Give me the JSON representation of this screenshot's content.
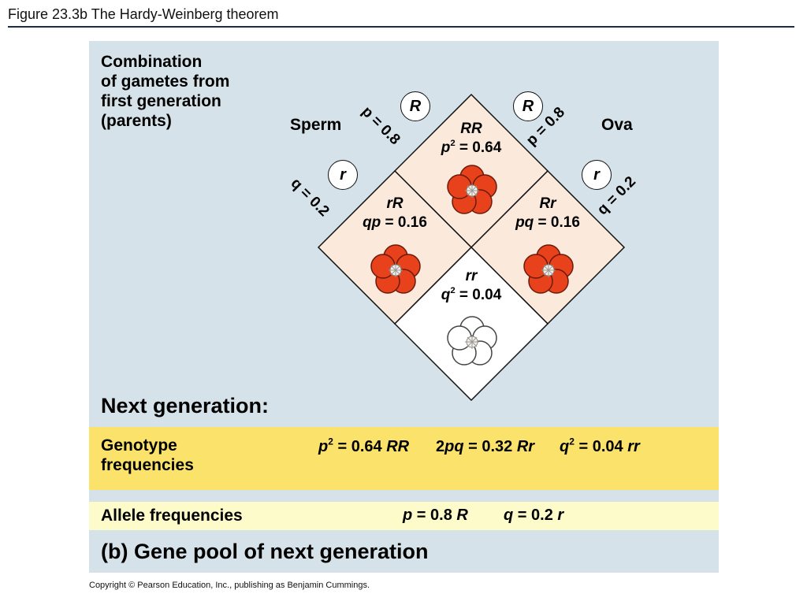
{
  "title": "Figure 23.3b  The Hardy-Weinberg theorem",
  "combination_label": [
    "Combination",
    "of gametes from",
    "first generation",
    "(parents)"
  ],
  "sperm_label": "Sperm",
  "ova_label": "Ova",
  "alleles": {
    "sperm_R": "R",
    "sperm_p": "p = 0.8",
    "sperm_r": "r",
    "sperm_q": "q = 0.2",
    "ova_R": "R",
    "ova_p": "p = 0.8",
    "ova_r": "r",
    "ova_q": "q = 0.2"
  },
  "cells": {
    "top": {
      "genotype": "RR",
      "freq_var": "p",
      "freq_sup": "2",
      "freq_val": " = 0.64",
      "flower": "red"
    },
    "left": {
      "genotype": "rR",
      "freq_var": "qp",
      "freq_sup": "",
      "freq_val": " = 0.16",
      "flower": "red"
    },
    "right": {
      "genotype": "Rr",
      "freq_var": "pq",
      "freq_sup": "",
      "freq_val": " = 0.16",
      "flower": "red"
    },
    "bottom": {
      "genotype": "rr",
      "freq_var": "q",
      "freq_sup": "2",
      "freq_val": " = 0.04",
      "flower": "white"
    }
  },
  "next_generation_label": "Next generation:",
  "genotype_label": [
    "Genotype",
    "frequencies"
  ],
  "genotype_freqs": {
    "rr_dom": {
      "var": "p",
      "sup": "2",
      "val": " = 0.64 ",
      "geno": "RR"
    },
    "het": {
      "pre": "2",
      "var": "pq",
      "val": " = 0.32 ",
      "geno": "Rr"
    },
    "rec": {
      "var": "q",
      "sup": "2",
      "val": " = 0.04 ",
      "geno": "rr"
    }
  },
  "allele_label": "Allele frequencies",
  "allele_freqs": {
    "p": {
      "var": "p",
      "val": " = 0.8 ",
      "allele": "R"
    },
    "q": {
      "var": "q",
      "val": " = 0.2 ",
      "allele": "r"
    }
  },
  "gene_pool_label": "(b) Gene pool of next generation",
  "copyright": "Copyright © Pearson Education, Inc., publishing as Benjamin Cummings.",
  "colors": {
    "panel": "#d6e2ea",
    "genotype_band": "#fbe26b",
    "allele_band": "#fdfbc9",
    "cell_shade": "#fbe9dc",
    "red_flower": "#e8421c",
    "white_flower": "#ffffff"
  }
}
